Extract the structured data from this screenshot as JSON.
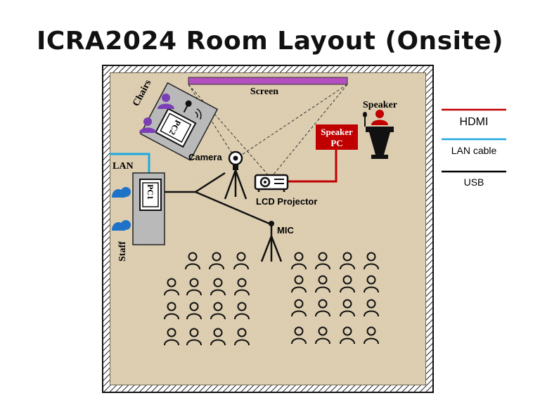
{
  "title": "ICRA2024 Room Layout (Onsite)",
  "labels": {
    "screen": "Screen",
    "chairs": "Chairs",
    "pc2": "PC2",
    "camera": "Camera",
    "speaker": "Speaker",
    "speaker_pc_line1": "Speaker",
    "speaker_pc_line2": "PC",
    "lan": "LAN",
    "pc1": "PC1",
    "lcd_projector": "LCD Projector",
    "mic": "MIC",
    "staff": "Staff"
  },
  "legend": {
    "hdmi": {
      "label": "HDMI",
      "color": "#c00000"
    },
    "lan": {
      "label": "LAN cable",
      "color": "#1ea7e0"
    },
    "usb": {
      "label": "USB",
      "color": "#000000"
    }
  },
  "colors": {
    "floor": "#e2d3b6",
    "screen": "#b44fc0",
    "chairs": "#7b3fb5",
    "staff": "#1e73c8",
    "speaker_pc": "#c00000",
    "speaker_person": "#c00000"
  },
  "audience": {
    "left_block_count": 15,
    "right_block_count": 16
  }
}
